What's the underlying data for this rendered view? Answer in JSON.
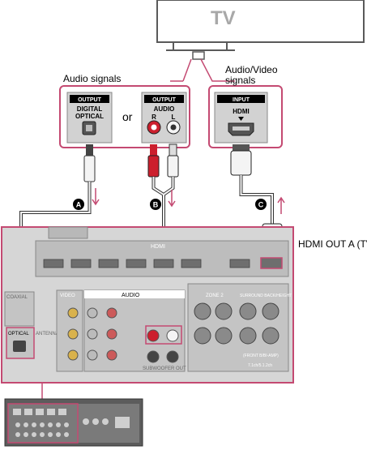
{
  "tv": {
    "label": "TV"
  },
  "labels": {
    "audio_signals": "Audio signals",
    "or": "or",
    "audio_video_line1": "Audio/Video",
    "audio_video_line2": "signals",
    "hdmi_out": "HDMI OUT A (TV)"
  },
  "panels": {
    "optical": {
      "header": "OUTPUT",
      "line1": "DIGITAL",
      "line2": "OPTICAL"
    },
    "audio": {
      "header": "OUTPUT",
      "line1": "AUDIO",
      "r": "R",
      "l": "L"
    },
    "input": {
      "header": "INPUT",
      "line1": "HDMI"
    }
  },
  "markers": {
    "a": "A",
    "b": "B",
    "c": "C"
  },
  "receiver": {
    "hdmi": "HDMI",
    "video": "VIDEO",
    "audio": "AUDIO",
    "coaxial": "COAXIAL",
    "optical": "OPTICAL",
    "antenna": "ANTENNA",
    "zone2": "ZONE 2",
    "surround_back": "SURROUND BACK/HEIGHT",
    "subwoofer_out": "SUBWOOFER OUT",
    "front_bi_amp": "(FRONT B/BI-AMP)",
    "channel_note": "7.1ch/5.1.2ch"
  },
  "colors": {
    "accent": "#c44a72",
    "red_plug": "#cc1f2d",
    "panel_gray": "#c9c9c9",
    "dark_gray": "#5c5c5c"
  }
}
